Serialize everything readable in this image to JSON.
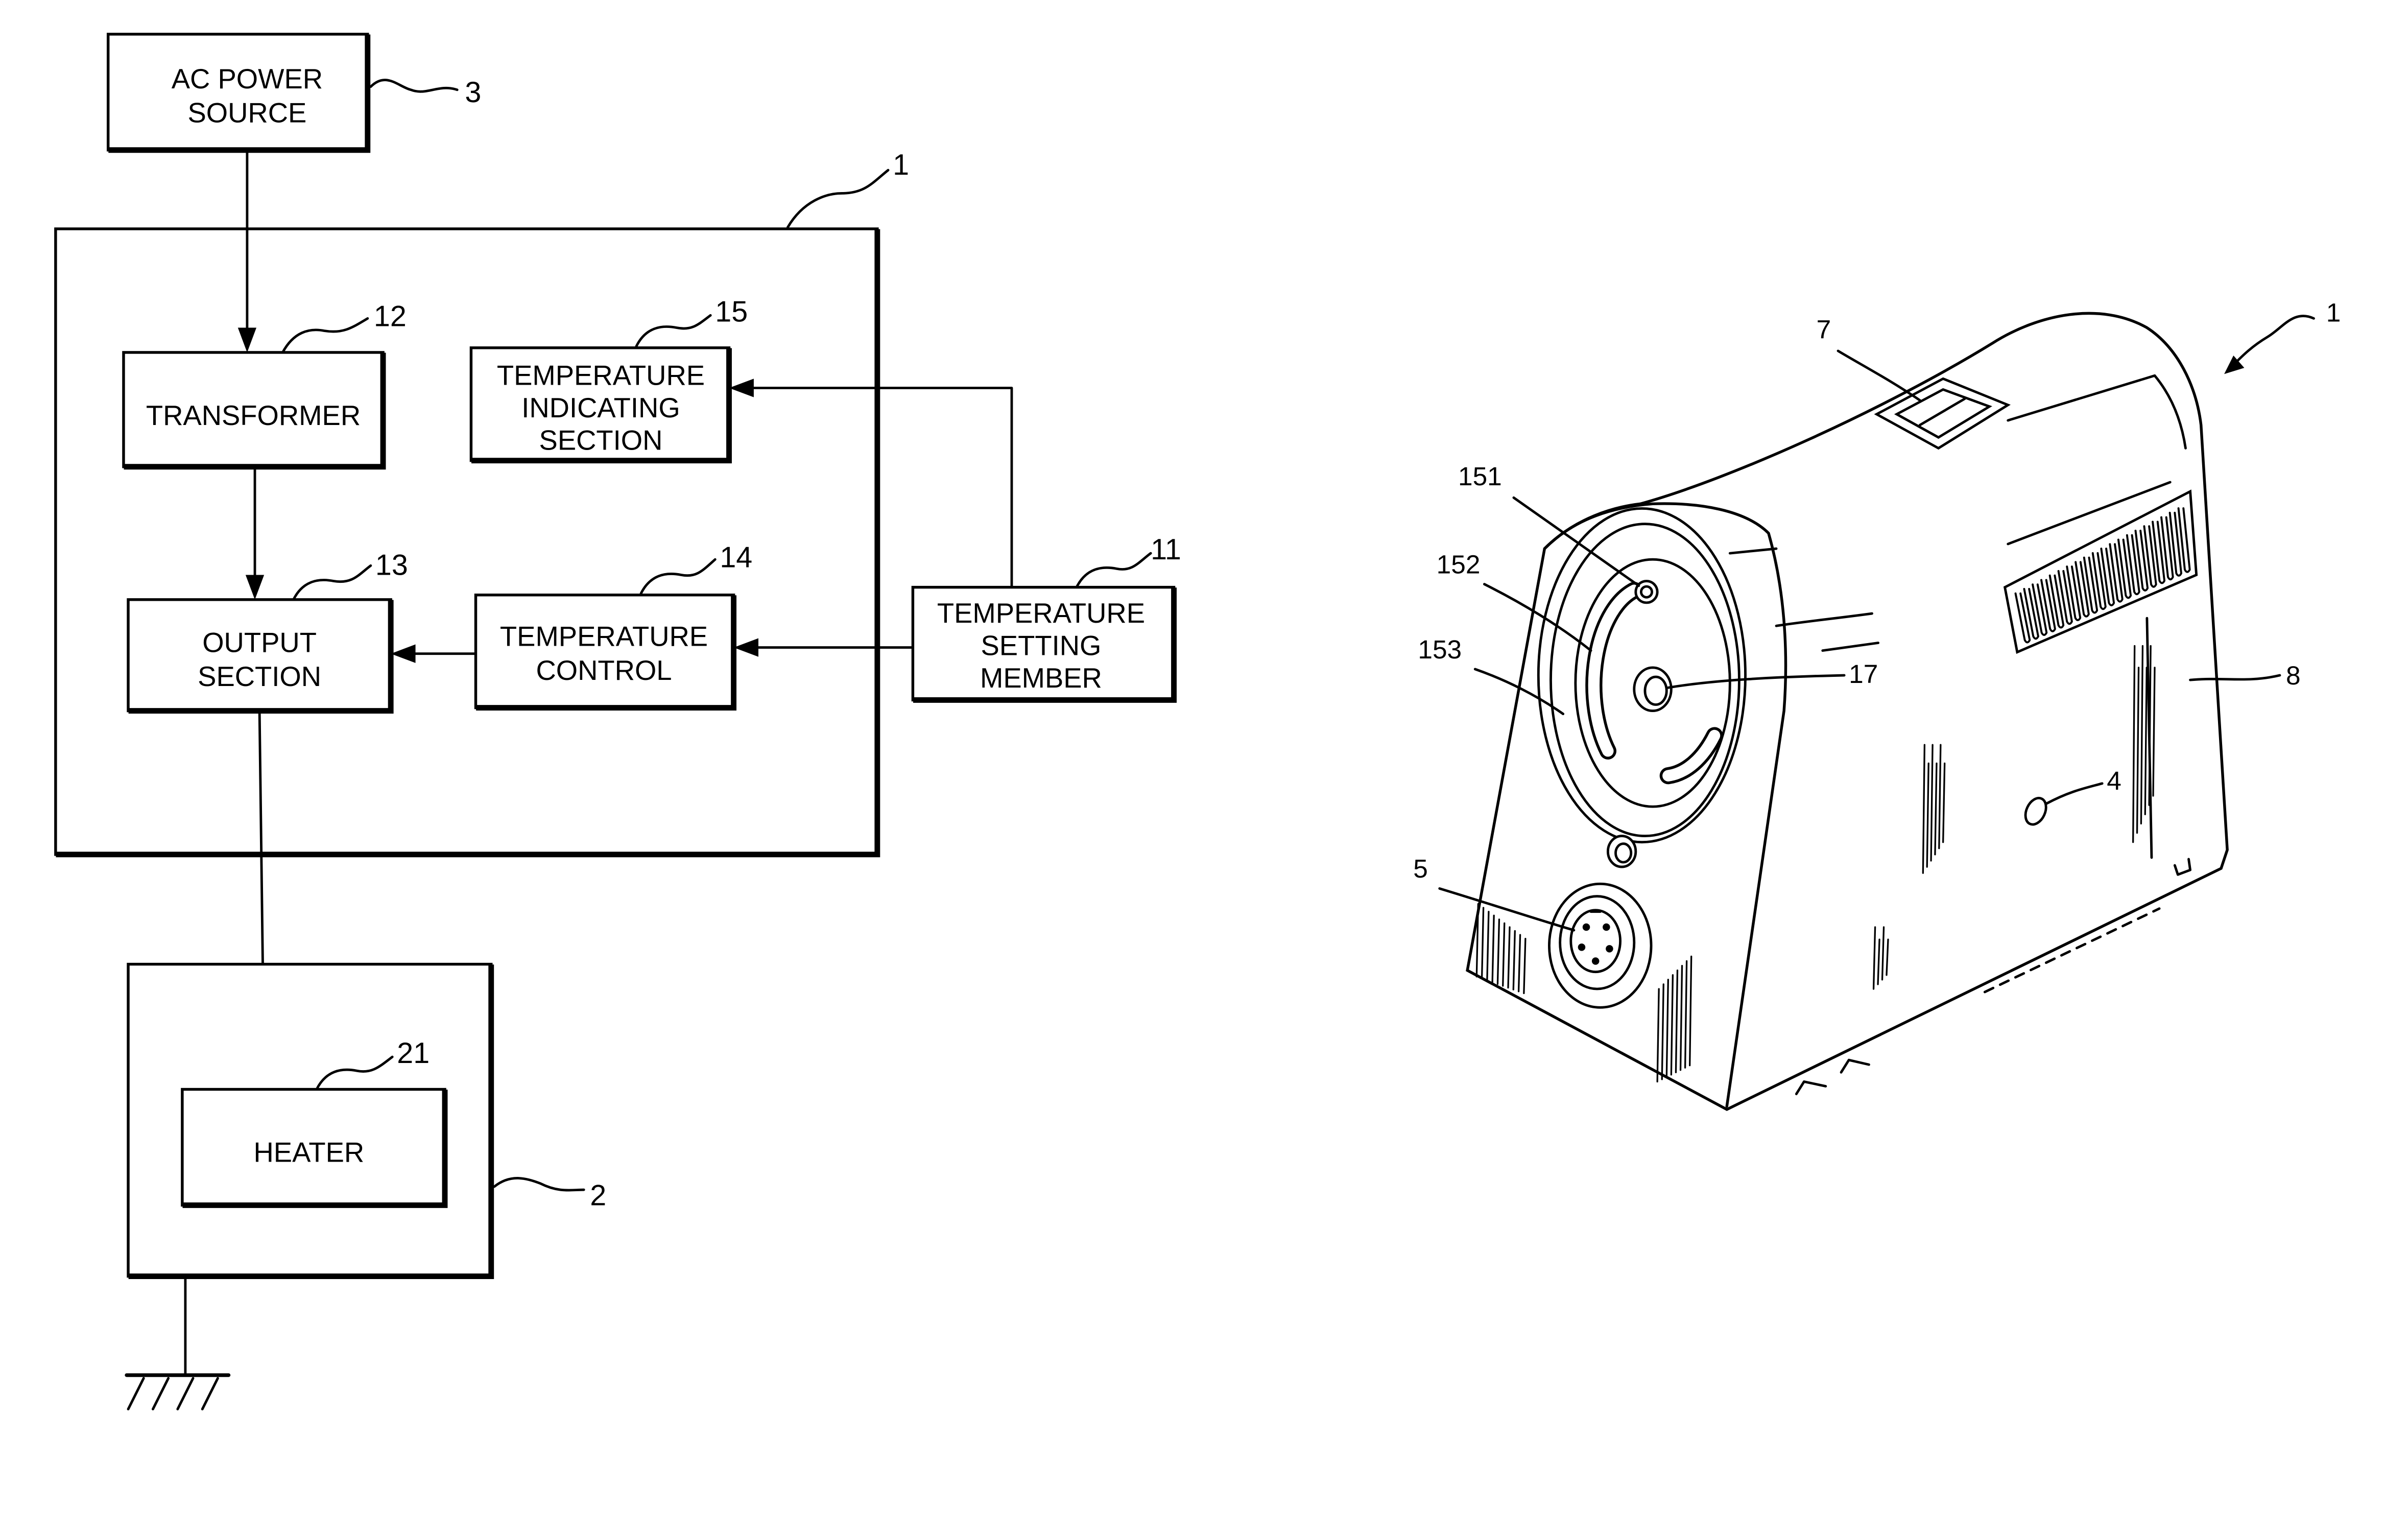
{
  "block_diagram": {
    "ac_power_source": {
      "lines": [
        "AC POWER",
        "SOURCE"
      ],
      "ref": "3"
    },
    "control_unit": {
      "ref": "1"
    },
    "transformer": {
      "lines": [
        "TRANSFORMER"
      ],
      "ref": "12"
    },
    "temperature_indicating_section": {
      "lines": [
        "TEMPERATURE",
        "INDICATING",
        "SECTION"
      ],
      "ref": "15"
    },
    "output_section": {
      "lines": [
        "OUTPUT",
        "SECTION"
      ],
      "ref": "13"
    },
    "temperature_control": {
      "lines": [
        "TEMPERATURE",
        "CONTROL"
      ],
      "ref": "14"
    },
    "temperature_setting_member": {
      "lines": [
        "TEMPERATURE",
        "SETTING",
        "MEMBER"
      ],
      "ref": "11"
    },
    "heater_unit": {
      "ref": "2"
    },
    "heater": {
      "lines": [
        "HEATER"
      ],
      "ref": "21"
    }
  },
  "device_drawing": {
    "body_ref": "1",
    "switch_ref": "7",
    "knob_ref": "151",
    "slot_ref": "152",
    "dial_ring_ref": "153",
    "center_hole_ref": "17",
    "side_panel_ref": "8",
    "side_hole_ref": "4",
    "connector_ref": "5"
  }
}
